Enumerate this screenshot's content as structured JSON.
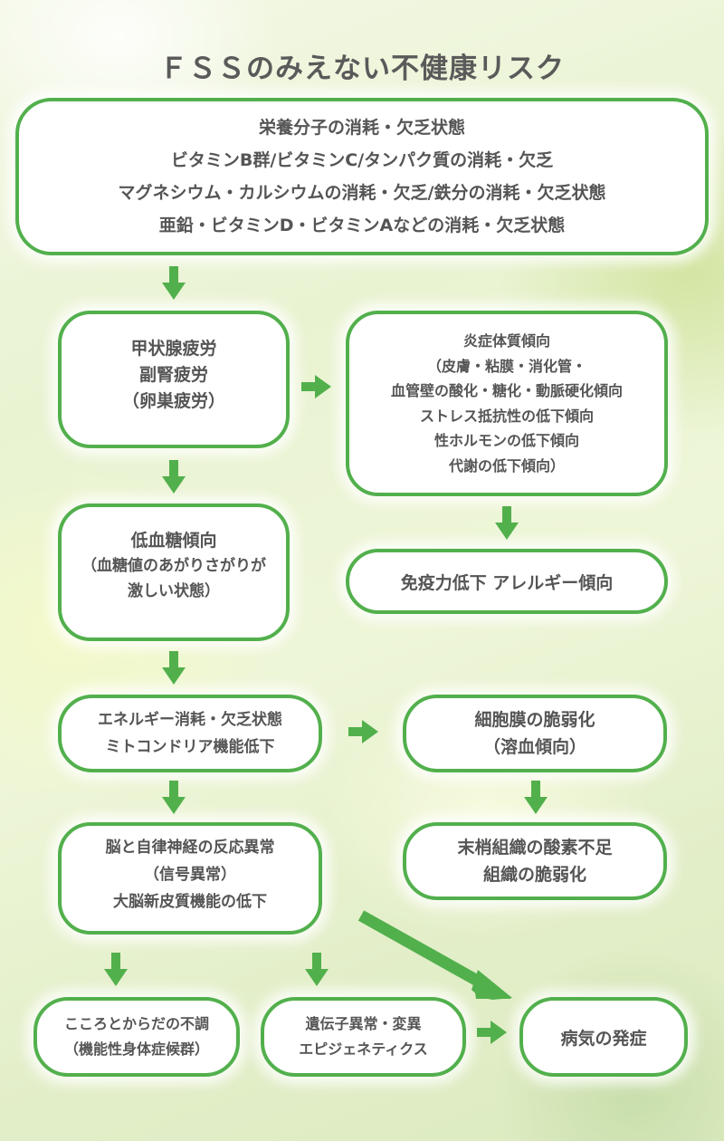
{
  "title": "ＦＳＳのみえない不健康リスク",
  "colors": {
    "accent": "#52b04c",
    "text": "#555555",
    "box_fill": "#ffffff"
  },
  "nodes": {
    "nutrient_depletion": {
      "lines": [
        "栄養分子の消耗・欠乏状態",
        "ビタミンB群/ビタミンC/タンパク質の消耗・欠乏",
        "マグネシウム・カルシウムの消耗・欠乏/鉄分の消耗・欠乏状態",
        "亜鉛・ビタミンD・ビタミンAなどの消耗・欠乏状態"
      ]
    },
    "gland_fatigue": {
      "lines": [
        "甲状腺疲労",
        "副腎疲労",
        "（卵巣疲労）"
      ]
    },
    "inflammation": {
      "lines": [
        "炎症体質傾向",
        "（皮膚・粘膜・消化管・",
        "血管壁の酸化・糖化・動脈硬化傾向",
        "ストレス抵抗性の低下傾向",
        "性ホルモンの低下傾向",
        "代謝の低下傾向）"
      ]
    },
    "hypoglycemia": {
      "lines": [
        "低血糖傾向",
        "（血糖値のあがりさがりが",
        "激しい状態）"
      ]
    },
    "immunity": {
      "lines": [
        "免疫力低下 アレルギー傾向"
      ]
    },
    "energy": {
      "lines": [
        "エネルギー消耗・欠乏状態",
        "ミトコンドリア機能低下"
      ]
    },
    "cell_membrane": {
      "lines": [
        "細胞膜の脆弱化",
        "（溶血傾向）"
      ]
    },
    "brain": {
      "lines": [
        "脳と自律神経の反応異常",
        "（信号異常）",
        "大脳新皮質機能の低下"
      ]
    },
    "tissue_oxygen": {
      "lines": [
        "末梢組織の酸素不足",
        "組織の脆弱化"
      ]
    },
    "mind_body": {
      "lines": [
        "こころとからだの不調",
        "（機能性身体症候群）"
      ]
    },
    "genetic": {
      "lines": [
        "遺伝子異常・変異",
        "エピジェネティクス"
      ]
    },
    "disease": {
      "lines": [
        "病気の発症"
      ]
    }
  },
  "edges": [
    {
      "from": "nutrient_depletion",
      "to": "gland_fatigue"
    },
    {
      "from": "gland_fatigue",
      "to": "inflammation"
    },
    {
      "from": "gland_fatigue",
      "to": "hypoglycemia"
    },
    {
      "from": "inflammation",
      "to": "immunity"
    },
    {
      "from": "hypoglycemia",
      "to": "energy"
    },
    {
      "from": "energy",
      "to": "cell_membrane"
    },
    {
      "from": "energy",
      "to": "brain"
    },
    {
      "from": "cell_membrane",
      "to": "tissue_oxygen"
    },
    {
      "from": "brain",
      "to": "mind_body"
    },
    {
      "from": "brain",
      "to": "genetic"
    },
    {
      "from": "brain",
      "to": "disease"
    },
    {
      "from": "genetic",
      "to": "disease"
    }
  ]
}
